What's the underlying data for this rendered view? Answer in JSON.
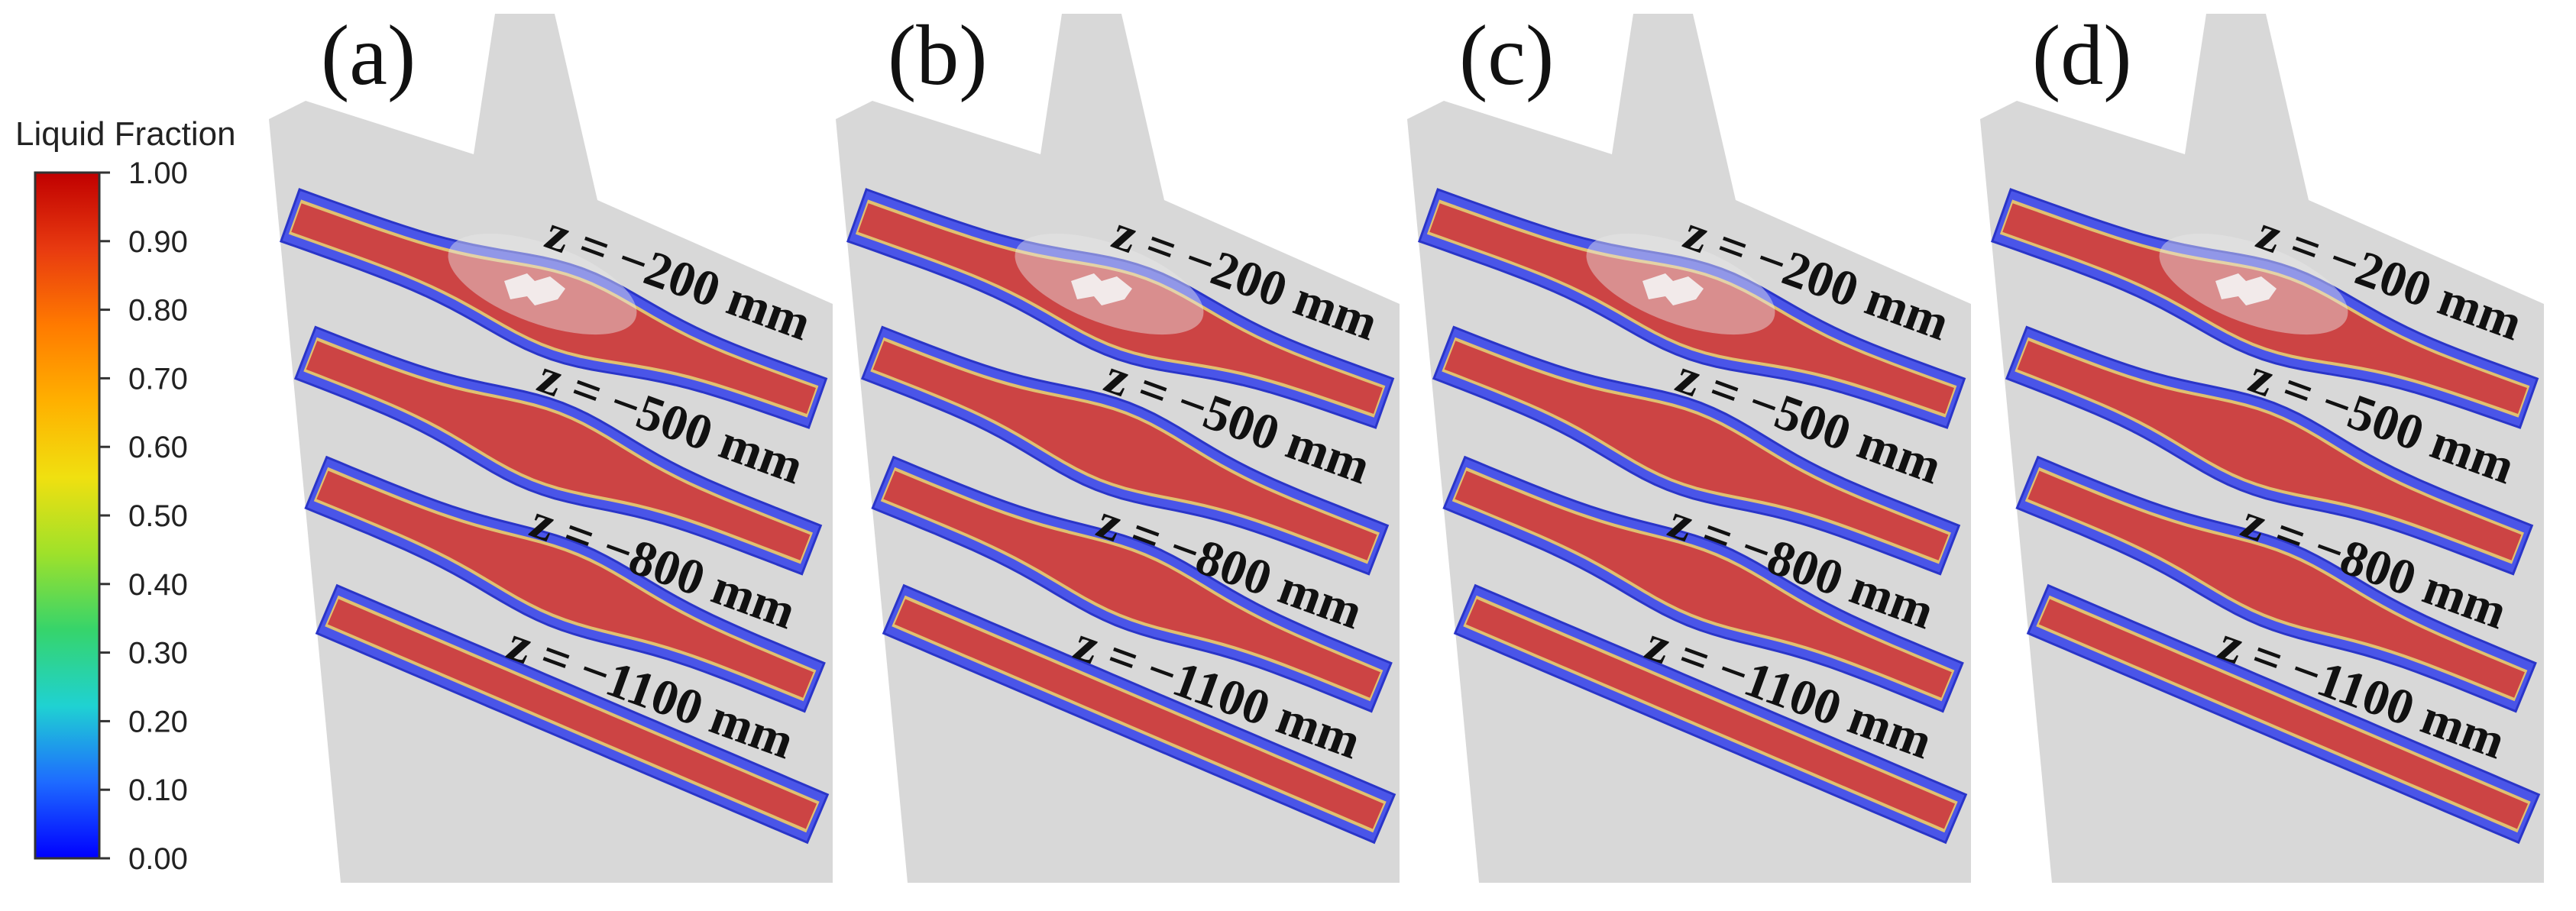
{
  "colorbar": {
    "title": "Liquid Fraction",
    "ticks": [
      "1.00",
      "0.90",
      "0.80",
      "0.70",
      "0.60",
      "0.50",
      "0.40",
      "0.30",
      "0.20",
      "0.10",
      "0.00"
    ],
    "colormap": [
      "#0000ff",
      "#1e6bff",
      "#1fd2d2",
      "#36d46b",
      "#9fe12a",
      "#f0e010",
      "#ffb000",
      "#ff7a00",
      "#e83a10",
      "#c00000"
    ]
  },
  "panels": [
    {
      "label": "(a)",
      "slices": [
        "z = −200 mm",
        "z = −500 mm",
        "z = −800 mm",
        "z = −1100 mm"
      ]
    },
    {
      "label": "(b)",
      "slices": [
        "z = −200 mm",
        "z = −500 mm",
        "z = −800 mm",
        "z = −1100 mm"
      ]
    },
    {
      "label": "(c)",
      "slices": [
        "z = −200 mm",
        "z = −500 mm",
        "z = −800 mm",
        "z = −1100 mm"
      ]
    },
    {
      "label": "(d)",
      "slices": [
        "z = −200 mm",
        "z = −500 mm",
        "z = −1100 mm"
      ]
    }
  ],
  "colors": {
    "mold": "#d8d8d8",
    "liquid": "#cc4444",
    "shell": "#4a55e8",
    "mush": "#e0c070",
    "overlay": "#e8e8e8"
  }
}
